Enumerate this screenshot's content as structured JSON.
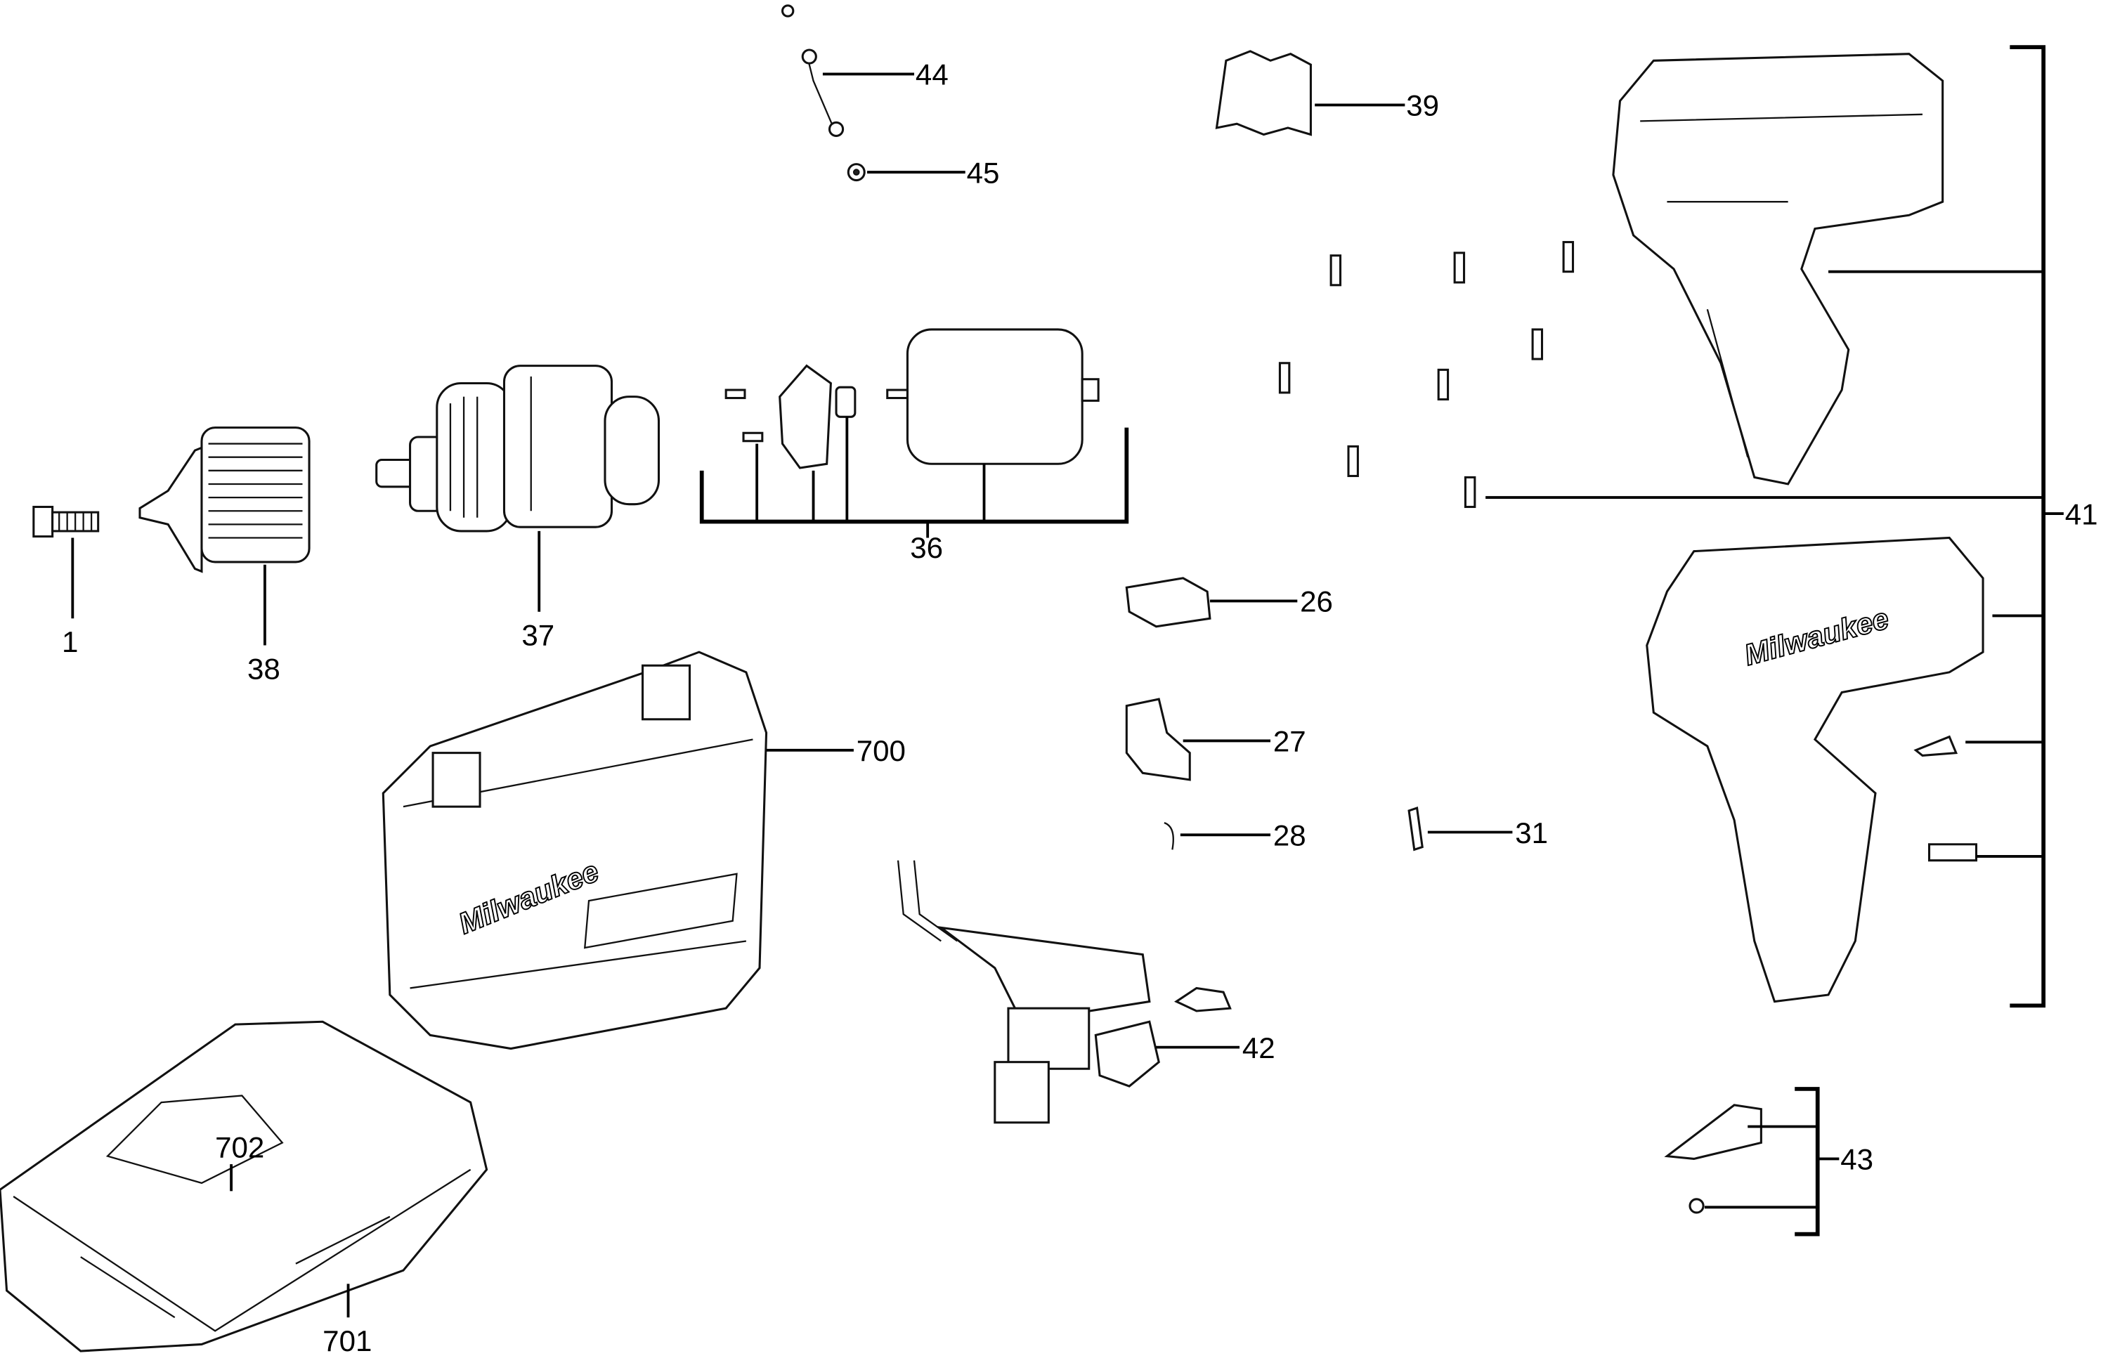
{
  "diagram": {
    "type": "exploded-parts-diagram",
    "brand_logo": "Milwaukee",
    "callouts": {
      "c1": "1",
      "c26": "26",
      "c27": "27",
      "c28": "28",
      "c31": "31",
      "c36": "36",
      "c37": "37",
      "c38": "38",
      "c39": "39",
      "c41": "41",
      "c42": "42",
      "c43": "43",
      "c44": "44",
      "c45": "45",
      "c700": "700",
      "c701": "701",
      "c702": "702"
    }
  }
}
